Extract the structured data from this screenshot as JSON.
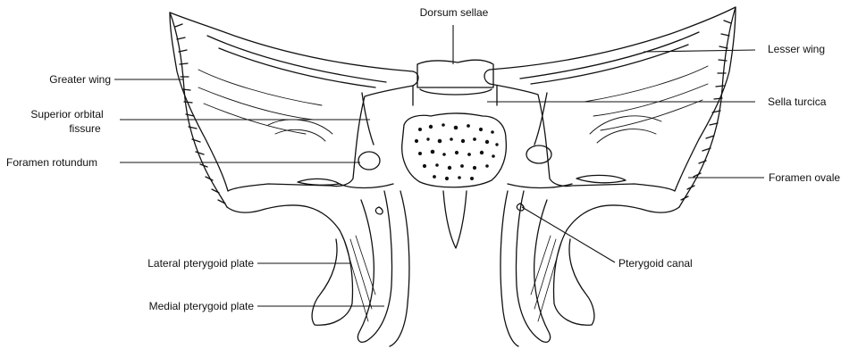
{
  "labels": {
    "dorsum_sellae": "Dorsum sellae",
    "lesser_wing": "Lesser wing",
    "greater_wing": "Greater wing",
    "sella_turcica": "Sella turcica",
    "superior_orbital_fissure_1": "Superior orbital",
    "superior_orbital_fissure_2": "fissure",
    "foramen_rotundum": "Foramen rotundum",
    "foramen_ovale": "Foramen ovale",
    "lateral_pterygoid_plate": "Lateral pterygoid plate",
    "pterygoid_canal": "Pterygoid canal",
    "medial_pterygoid_plate": "Medial pterygoid plate"
  }
}
